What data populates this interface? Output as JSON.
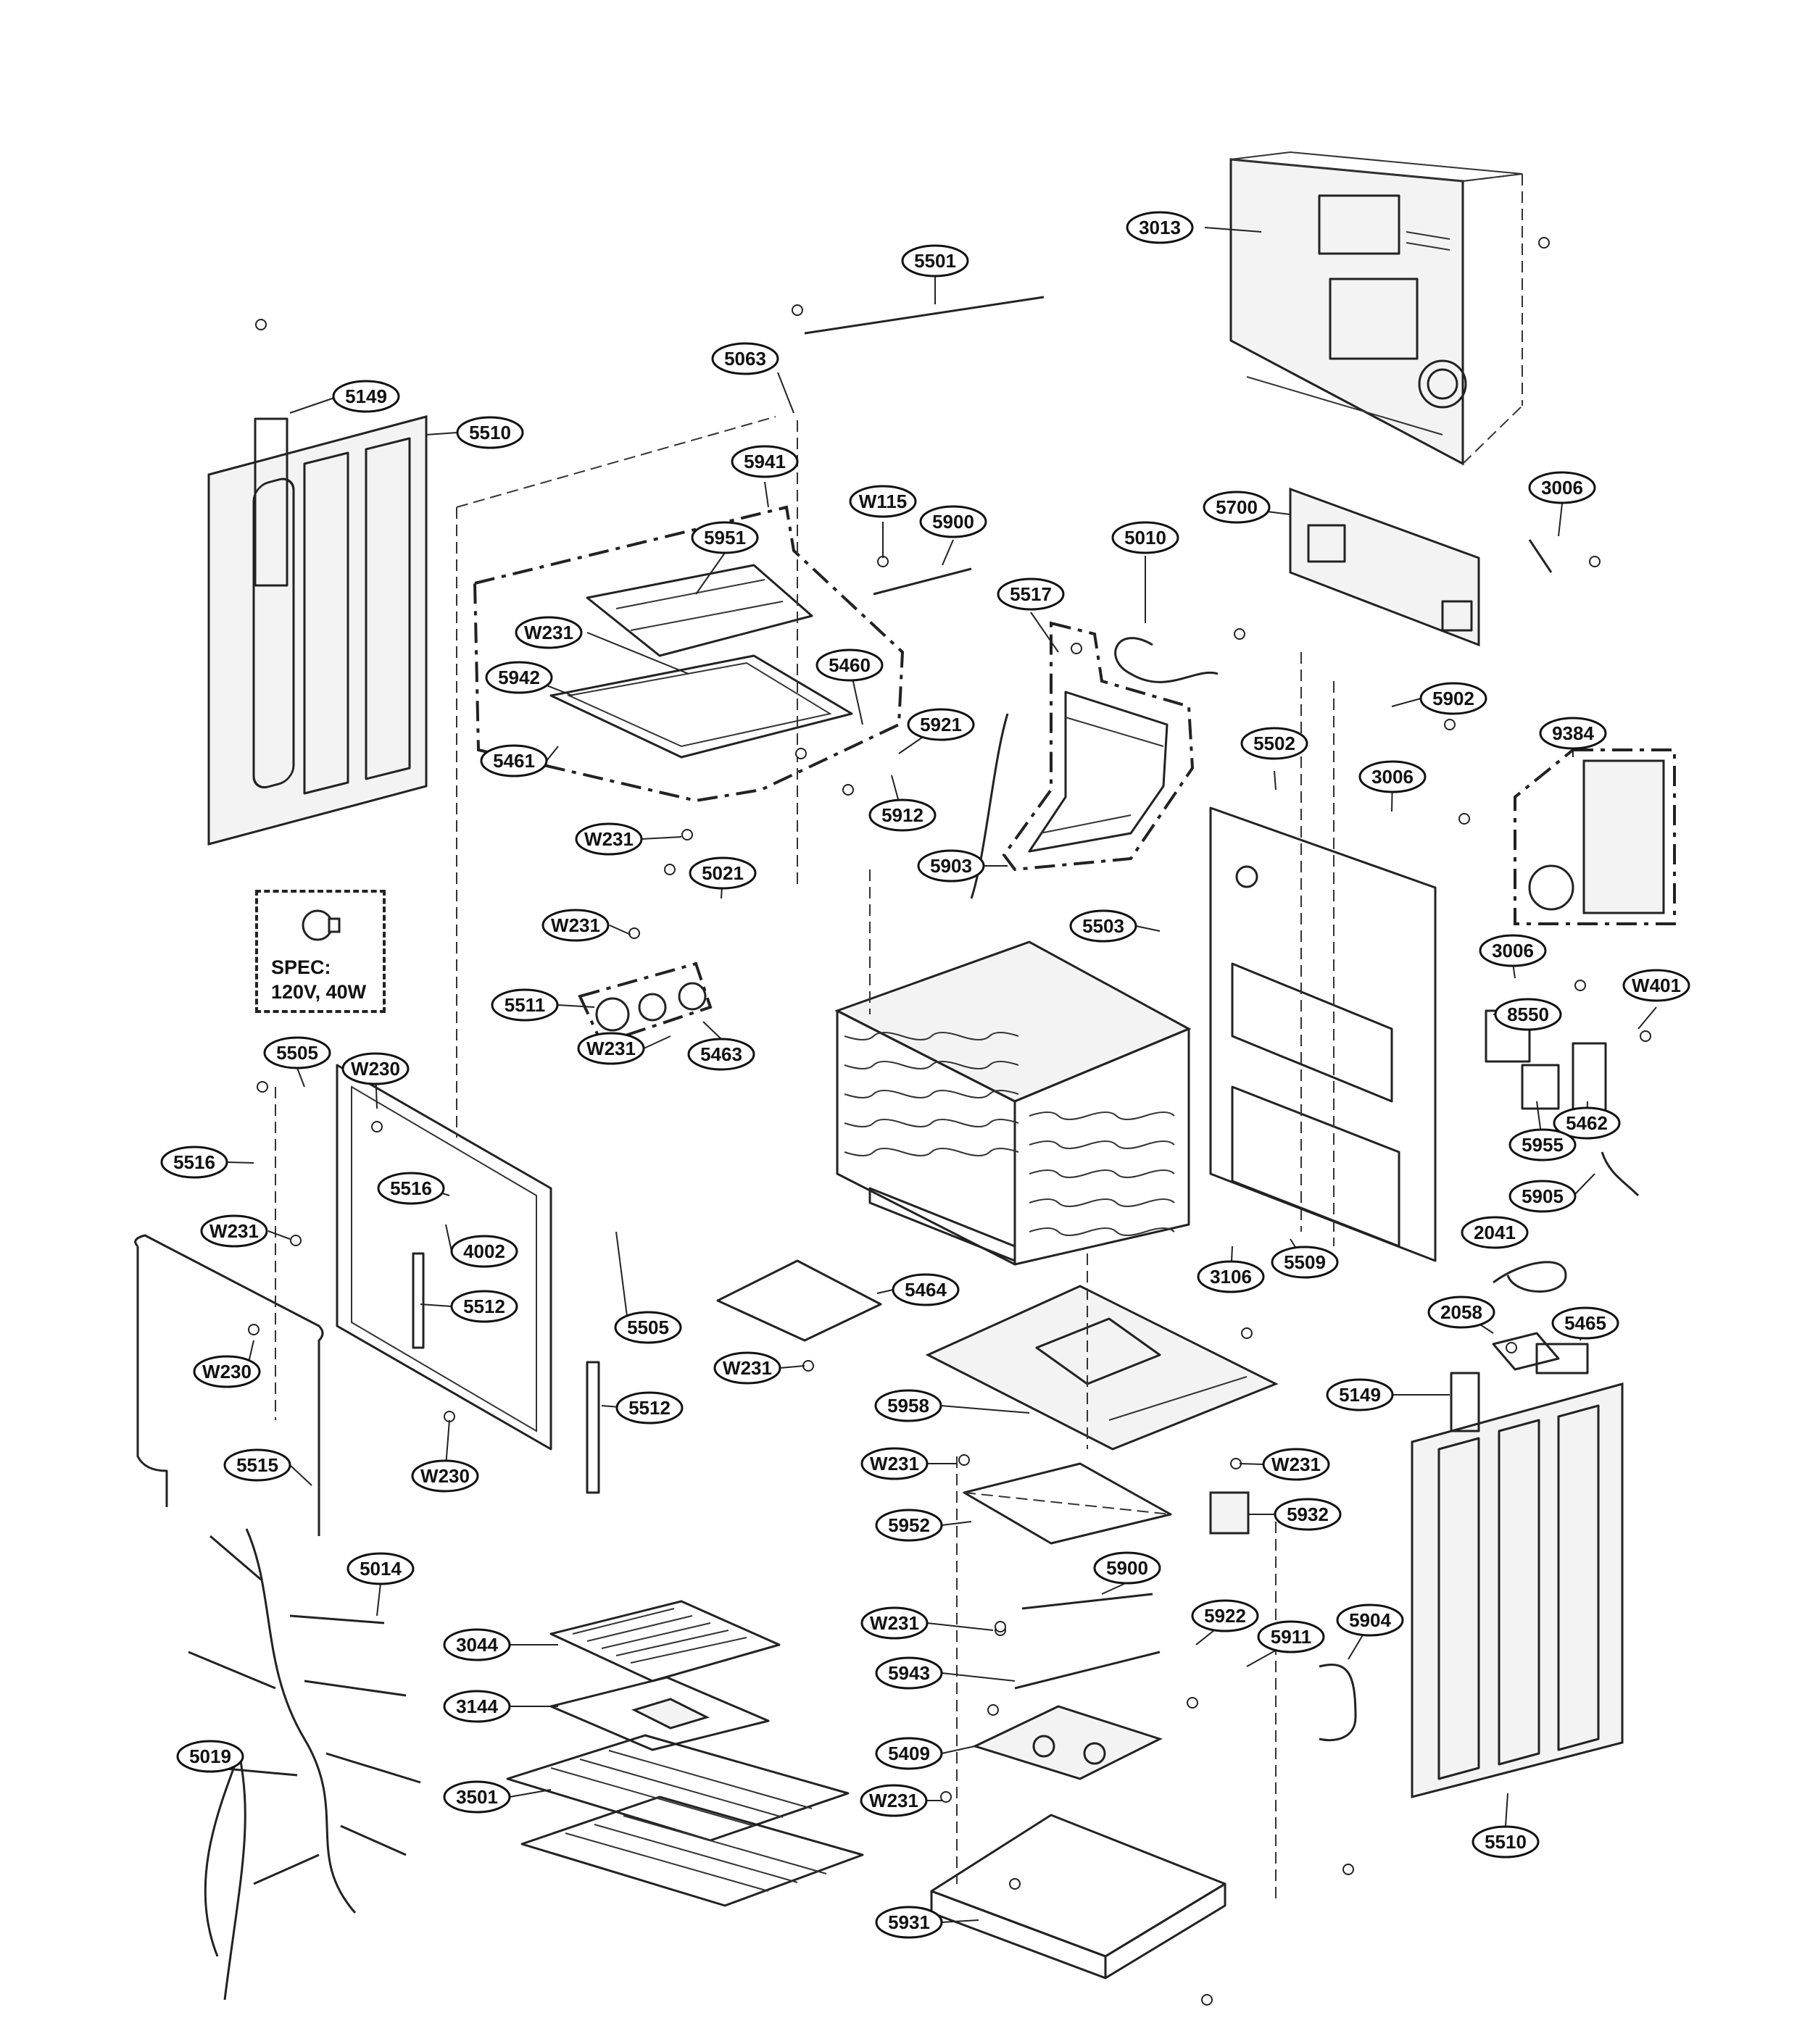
{
  "spec": {
    "label": "SPEC:",
    "value": "120V, 40W",
    "icon": "bulb-icon"
  },
  "callouts": [
    {
      "id": "c-5501",
      "label": "5501"
    },
    {
      "id": "c-3013",
      "label": "3013"
    },
    {
      "id": "c-5063",
      "label": "5063"
    },
    {
      "id": "c-5149a",
      "label": "5149"
    },
    {
      "id": "c-5510a",
      "label": "5510"
    },
    {
      "id": "c-5941",
      "label": "5941"
    },
    {
      "id": "c-w115",
      "label": "W115"
    },
    {
      "id": "c-5900a",
      "label": "5900"
    },
    {
      "id": "c-5010",
      "label": "5010"
    },
    {
      "id": "c-5700",
      "label": "5700"
    },
    {
      "id": "c-3006a",
      "label": "3006"
    },
    {
      "id": "c-5951",
      "label": "5951"
    },
    {
      "id": "c-5517",
      "label": "5517"
    },
    {
      "id": "c-w231a",
      "label": "W231"
    },
    {
      "id": "c-5460",
      "label": "5460"
    },
    {
      "id": "c-5942",
      "label": "5942"
    },
    {
      "id": "c-5902",
      "label": "5902"
    },
    {
      "id": "c-5921",
      "label": "5921"
    },
    {
      "id": "c-9384",
      "label": "9384"
    },
    {
      "id": "c-5461",
      "label": "5461"
    },
    {
      "id": "c-5502",
      "label": "5502"
    },
    {
      "id": "c-5912",
      "label": "5912"
    },
    {
      "id": "c-3006b",
      "label": "3006"
    },
    {
      "id": "c-w231b",
      "label": "W231"
    },
    {
      "id": "c-5021",
      "label": "5021"
    },
    {
      "id": "c-5903",
      "label": "5903"
    },
    {
      "id": "c-w231c",
      "label": "W231"
    },
    {
      "id": "c-5503",
      "label": "5503"
    },
    {
      "id": "c-5511",
      "label": "5511"
    },
    {
      "id": "c-3006c",
      "label": "3006"
    },
    {
      "id": "c-w401",
      "label": "W401"
    },
    {
      "id": "c-w231d",
      "label": "W231"
    },
    {
      "id": "c-5463",
      "label": "5463"
    },
    {
      "id": "c-8550",
      "label": "8550"
    },
    {
      "id": "c-5505a",
      "label": "5505"
    },
    {
      "id": "c-w230a",
      "label": "W230"
    },
    {
      "id": "c-5462",
      "label": "5462"
    },
    {
      "id": "c-5955",
      "label": "5955"
    },
    {
      "id": "c-5516a",
      "label": "5516"
    },
    {
      "id": "c-5516b",
      "label": "5516"
    },
    {
      "id": "c-5905",
      "label": "5905"
    },
    {
      "id": "c-w231e",
      "label": "W231"
    },
    {
      "id": "c-4002",
      "label": "4002"
    },
    {
      "id": "c-2041",
      "label": "2041"
    },
    {
      "id": "c-3106",
      "label": "3106"
    },
    {
      "id": "c-5509",
      "label": "5509"
    },
    {
      "id": "c-5512a",
      "label": "5512"
    },
    {
      "id": "c-5464",
      "label": "5464"
    },
    {
      "id": "c-2058",
      "label": "2058"
    },
    {
      "id": "c-5465",
      "label": "5465"
    },
    {
      "id": "c-5505b",
      "label": "5505"
    },
    {
      "id": "c-w230b",
      "label": "W230"
    },
    {
      "id": "c-w231f",
      "label": "W231"
    },
    {
      "id": "c-5149b",
      "label": "5149"
    },
    {
      "id": "c-5958",
      "label": "5958"
    },
    {
      "id": "c-5512b",
      "label": "5512"
    },
    {
      "id": "c-5515",
      "label": "5515"
    },
    {
      "id": "c-w231g",
      "label": "W231"
    },
    {
      "id": "c-w231h",
      "label": "W231"
    },
    {
      "id": "c-w230c",
      "label": "W230"
    },
    {
      "id": "c-5952",
      "label": "5952"
    },
    {
      "id": "c-5932",
      "label": "5932"
    },
    {
      "id": "c-5014",
      "label": "5014"
    },
    {
      "id": "c-5900b",
      "label": "5900"
    },
    {
      "id": "c-3044",
      "label": "3044"
    },
    {
      "id": "c-w231i",
      "label": "W231"
    },
    {
      "id": "c-5922",
      "label": "5922"
    },
    {
      "id": "c-5904",
      "label": "5904"
    },
    {
      "id": "c-5911",
      "label": "5911"
    },
    {
      "id": "c-5943",
      "label": "5943"
    },
    {
      "id": "c-3144",
      "label": "3144"
    },
    {
      "id": "c-5019",
      "label": "5019"
    },
    {
      "id": "c-5409",
      "label": "5409"
    },
    {
      "id": "c-3501",
      "label": "3501"
    },
    {
      "id": "c-w231j",
      "label": "W231"
    },
    {
      "id": "c-5510b",
      "label": "5510"
    },
    {
      "id": "c-5931",
      "label": "5931"
    }
  ]
}
